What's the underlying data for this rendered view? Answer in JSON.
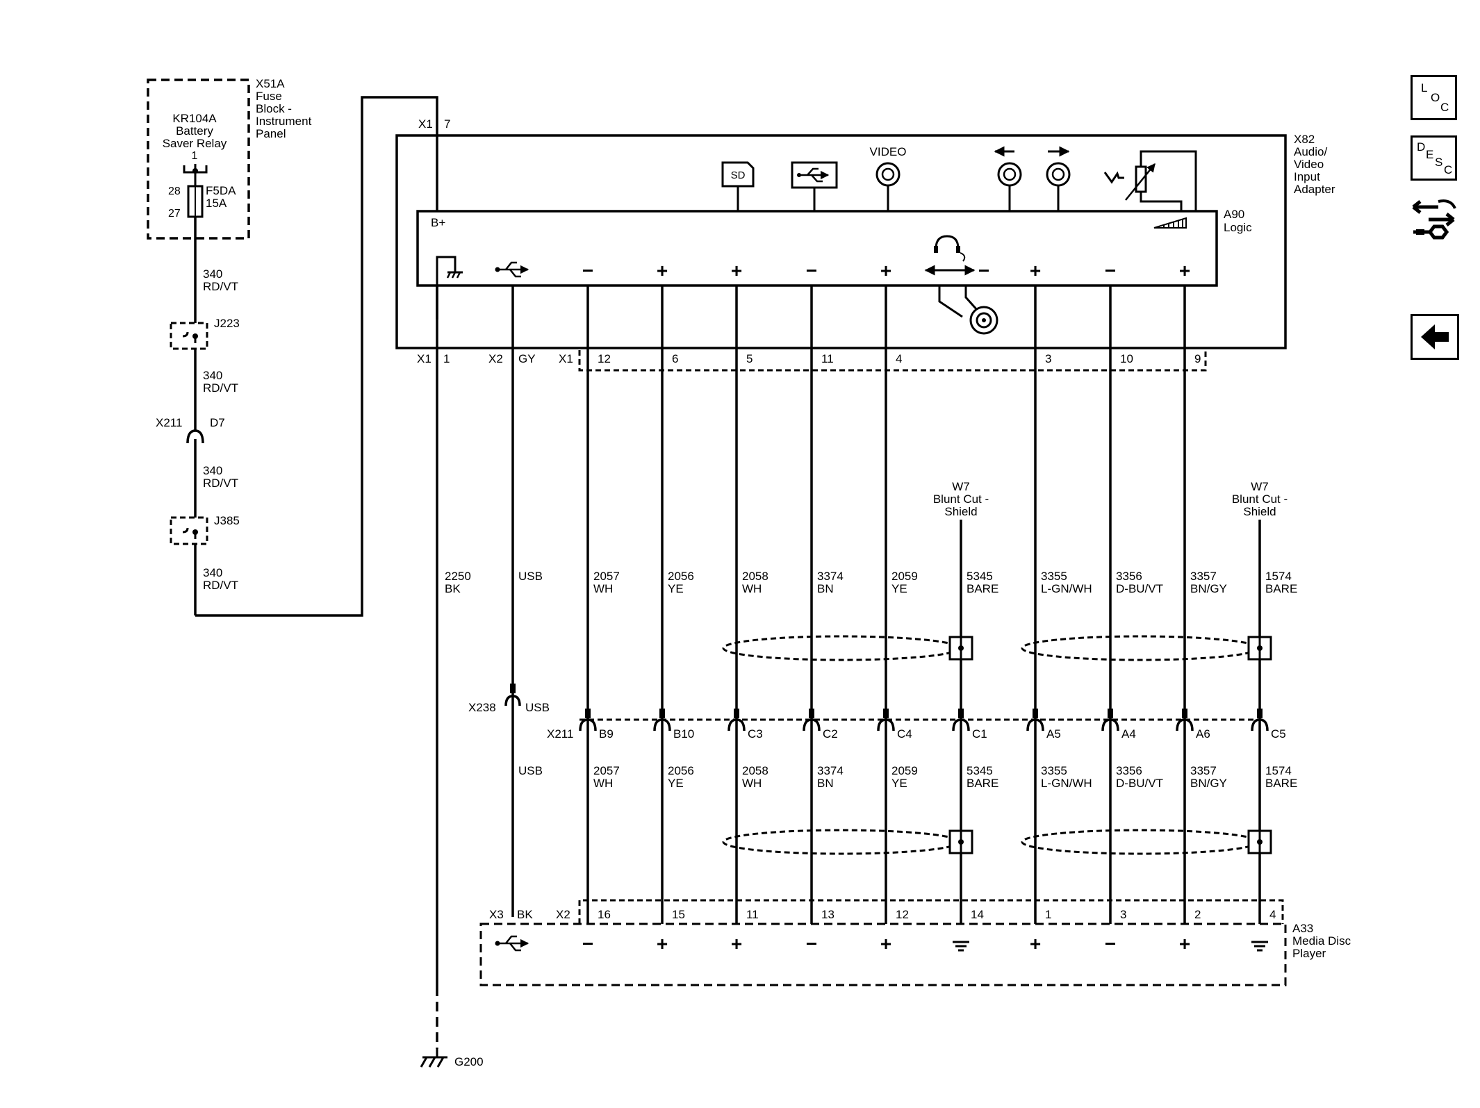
{
  "fuse_block": {
    "relay_ref": "KR104A",
    "relay_name_line1": "Battery",
    "relay_name_line2": "Saver Relay",
    "relay_pin": "1",
    "ref": "X51A",
    "name_line1": "Fuse",
    "name_line2": "Block -",
    "name_line3": "Instrument",
    "name_line4": "Panel",
    "fuse_ref": "F5DA",
    "fuse_rating": "15A",
    "pin_top": "28",
    "pin_bottom": "27"
  },
  "feed": {
    "wire_num": "340",
    "wire_color": "RD/VT",
    "splice1": "J223",
    "splice2": "J385",
    "connector_ref": "X211",
    "connector_pin": "D7"
  },
  "module": {
    "ref": "X82",
    "name_line1": "Audio/",
    "name_line2": "Video",
    "name_line3": "Input",
    "name_line4": "Adapter",
    "logic_ref": "A90",
    "logic_name": "Logic",
    "bplus": "B+",
    "video_label": "VIDEO",
    "sd_label": "SD",
    "x1_top_conn": "X1",
    "x1_top_pin": "7"
  },
  "module_pins": {
    "x1": "X1",
    "x1_pin": "1",
    "x2": "X2",
    "x2_pin": "GY",
    "x1b": "X1",
    "pins": [
      "12",
      "6",
      "5",
      "11",
      "4",
      "3",
      "10",
      "9"
    ],
    "polarity": [
      "−",
      "+",
      "+",
      "−",
      "+",
      "+",
      "−",
      "+"
    ],
    "headphone_minus": "−"
  },
  "wires": {
    "ground_num": "2250",
    "ground_color": "BK",
    "usb_label": "USB",
    "signals": [
      {
        "num": "2057",
        "color": "WH"
      },
      {
        "num": "2056",
        "color": "YE"
      },
      {
        "num": "2058",
        "color": "WH"
      },
      {
        "num": "3374",
        "color": "BN"
      },
      {
        "num": "2059",
        "color": "YE"
      },
      {
        "num": "5345",
        "color": "BARE"
      },
      {
        "num": "3355",
        "color": "L-GN/WH"
      },
      {
        "num": "3356",
        "color": "D-BU/VT"
      },
      {
        "num": "3357",
        "color": "BN/GY"
      },
      {
        "num": "1574",
        "color": "BARE"
      }
    ]
  },
  "shields": {
    "ref": "W7",
    "line2": "Blunt Cut -",
    "line3": "Shield"
  },
  "inline": {
    "x238": "X238",
    "x238_pin": "USB",
    "x211": "X211",
    "pins": [
      "B9",
      "B10",
      "C3",
      "C2",
      "C4",
      "C1",
      "A5",
      "A4",
      "A6",
      "C5"
    ]
  },
  "player": {
    "ref": "A33",
    "name_line1": "Media Disc",
    "name_line2": "Player",
    "x3": "X3",
    "x3_pin": "BK",
    "x2": "X2",
    "pins": [
      "16",
      "15",
      "11",
      "13",
      "12",
      "14",
      "1",
      "3",
      "2",
      "4"
    ],
    "polarity": [
      "−",
      "+",
      "+",
      "−",
      "+",
      "",
      "+",
      "−",
      "+",
      ""
    ]
  },
  "ground": {
    "ref": "G200"
  },
  "side_panel": {
    "loc": [
      "L",
      "O",
      "C"
    ],
    "desc": [
      "D",
      "E",
      "S",
      "C"
    ]
  }
}
